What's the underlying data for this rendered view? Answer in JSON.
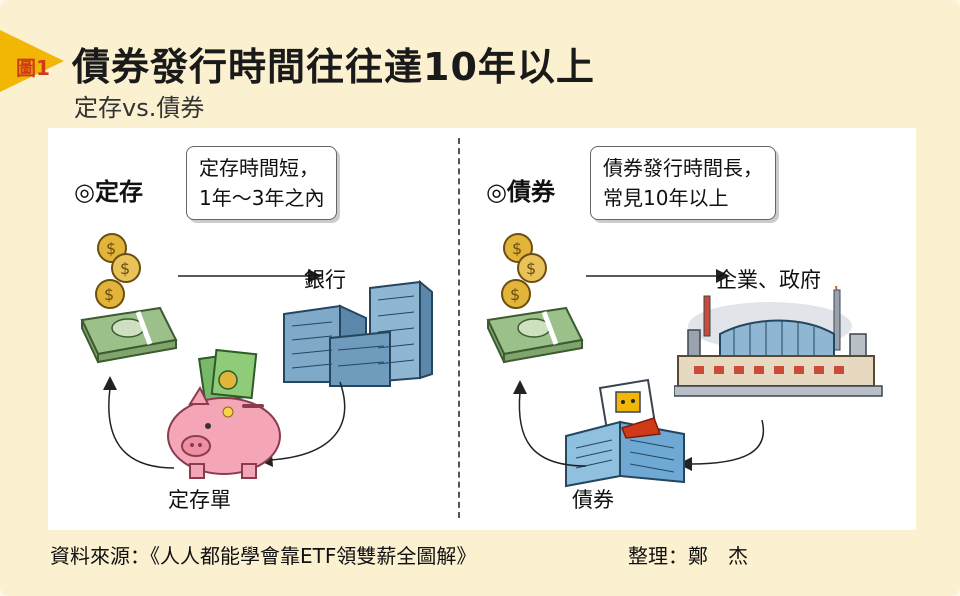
{
  "figure_label": "圖1",
  "title": "債券發行時間往往達10年以上",
  "subtitle": "定存vs.債券",
  "left": {
    "heading": "◎定存",
    "callout": [
      "定存時間短，",
      "1年～3年之內"
    ],
    "destination": "銀行",
    "product": "定存單"
  },
  "right": {
    "heading": "◎債券",
    "callout": [
      "債券發行時間長，",
      "常見10年以上"
    ],
    "destination": "企業、政府",
    "product": "債券"
  },
  "footer": {
    "source": "資料來源：《人人都能學會靠ETF領雙薪全圖解》",
    "editor": "整理：鄭　杰"
  },
  "colors": {
    "accent": "#f2b705",
    "tag_text": "#d13a18",
    "panel": "#ffffff",
    "background": "#fbf0cf"
  }
}
